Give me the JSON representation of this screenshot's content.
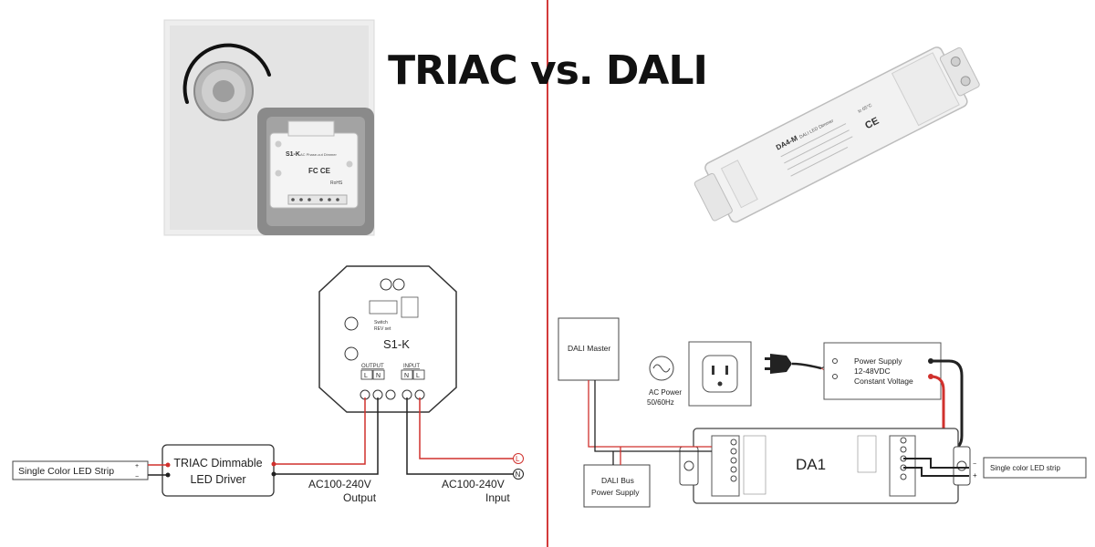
{
  "title": "TRIAC vs. DALI",
  "colors": {
    "divider": "#d33a3a",
    "wire_red": "#d0312d",
    "wire_black": "#222222",
    "panel_frame": "#e9e9e9",
    "panel_gray": "#8a8a8a",
    "module_white": "#f4f4f4"
  },
  "triac": {
    "product": {
      "module_model": "S1-K",
      "module_subtitle": "AC Phase-cut Dimmer",
      "fcc_mark": "FC CE",
      "rohs": "RoHS"
    },
    "diagram": {
      "module_label": "S1-K",
      "switch_label": "Switch",
      "switch_sub": "REV set",
      "output_label": "OUTPUT",
      "input_label": "INPUT",
      "output_terminals": [
        "L",
        "N"
      ],
      "input_terminals": [
        "N",
        "L"
      ],
      "led_strip_label": "Single Color LED Strip",
      "driver_line1": "TRIAC Dimmable",
      "driver_line2": "LED Driver",
      "output_voltage_line1": "AC100-240V",
      "output_voltage_line2": "Output",
      "input_voltage_line1": "AC100-240V",
      "input_voltage_line2": "Input",
      "live_marker": "L",
      "neutral_marker": "N",
      "strip_plus": "+",
      "strip_minus": "−"
    }
  },
  "dali": {
    "product": {
      "model": "DA4-M",
      "subtitle": "DALI LED Dimmer",
      "ce_mark": "CE",
      "temp": "tc 65°C"
    },
    "diagram": {
      "master_label": "DALI Master",
      "ac_power_line1": "AC Power",
      "ac_power_line2": "50/60Hz",
      "psu_line1": "Power Supply",
      "psu_line2": "12-48VDC",
      "psu_line3": "Constant Voltage",
      "module_label": "DA1",
      "bus_psu_line1": "DALI Bus",
      "bus_psu_line2": "Power Supply",
      "led_strip_label": "Single color LED strip",
      "strip_plus": "+",
      "strip_minus": "−"
    }
  }
}
